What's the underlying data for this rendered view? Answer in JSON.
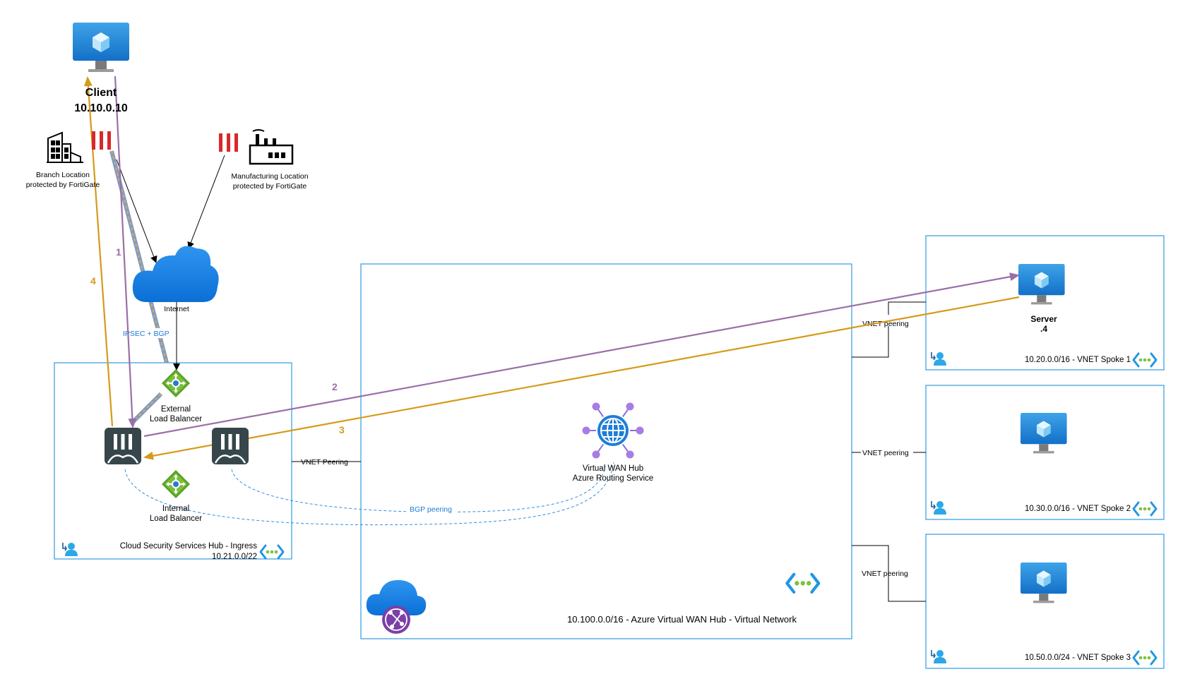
{
  "client": {
    "name": "Client",
    "ip": "10.10.0.10"
  },
  "branch": {
    "line1": "Branch Location",
    "line2": "protected by FortiGate"
  },
  "manufacturing": {
    "line1": "Manufacturing Location",
    "line2": "protected by FortiGate"
  },
  "internet": {
    "label": "Internet"
  },
  "ipsec": {
    "label": "IPSEC + BGP"
  },
  "elb": {
    "line1": "External",
    "line2": "Load Balancer"
  },
  "ilb": {
    "line1": "Internal",
    "line2": "Load Balancer"
  },
  "security_hub": {
    "line1": "Cloud Security Services Hub - Ingress",
    "line2": "10.21.0.0/22"
  },
  "vwan": {
    "line1": "Virtual WAN Hub",
    "line2": "Azure Routing Service",
    "network": "10.100.0.0/16 - Azure Virtual WAN Hub - Virtual Network"
  },
  "peering": {
    "hub_to_vwan": "VNET Peering",
    "spoke1": "VNET peering",
    "spoke2": "VNET peering",
    "spoke3": "VNET peering",
    "bgp": "BGP peering"
  },
  "server": {
    "name": "Server",
    "ip": ".4"
  },
  "spokes": [
    {
      "label": "10.20.0.0/16 - VNET Spoke 1"
    },
    {
      "label": "10.30.0.0/16 - VNET Spoke 2"
    },
    {
      "label": "10.50.0.0/24 - VNET Spoke 3"
    }
  ],
  "flow_steps": [
    "1",
    "2",
    "3",
    "4"
  ],
  "colors": {
    "purple": "#9a6fa8",
    "orange": "#d69a1a",
    "azure_blue": "#1a8ce0",
    "box_border": "#2e9be0"
  }
}
